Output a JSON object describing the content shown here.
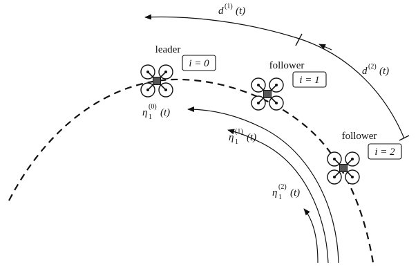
{
  "labels": {
    "leader": "leader",
    "follower_1": "follower",
    "follower_2": "follower"
  },
  "index_boxes": {
    "leader": "i = 0",
    "follower_1": "i = 1",
    "follower_2": "i = 2"
  },
  "distances": {
    "d1": {
      "base": "d",
      "sup": "(1)",
      "arg": "(t)"
    },
    "d2": {
      "base": "d",
      "sup": "(2)",
      "arg": "(t)"
    }
  },
  "arc_lengths": {
    "eta0": {
      "base": "η",
      "sub": "1",
      "sup": "(0)",
      "arg": "(t)"
    },
    "eta1": {
      "base": "η",
      "sub": "1",
      "sup": "(1)",
      "arg": "(t)"
    },
    "eta2": {
      "base": "η",
      "sub": "1",
      "sup": "(2)",
      "arg": "(t)"
    }
  }
}
